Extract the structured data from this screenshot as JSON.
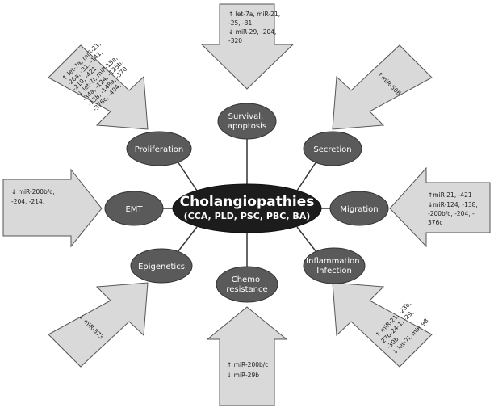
{
  "center": {
    "title": "Cholangiopathies",
    "subtitle": "(CCA, PLD, PSC, PBC, BA)"
  },
  "nodes": {
    "survival": [
      "Survival,",
      "apoptosis"
    ],
    "proliferation": [
      "Proliferation"
    ],
    "secretion": [
      "Secretion"
    ],
    "emt": [
      "EMT"
    ],
    "migration": [
      "Migration"
    ],
    "epigenetics": [
      "Epigenetics"
    ],
    "chemo": [
      "Chemo",
      "resistance"
    ],
    "inflammation": [
      "Inflammation",
      "Infection"
    ]
  },
  "arrows": {
    "survival": [
      "↑ let-7a,  miR-21,",
      "-25, -31",
      "↓ miR-29, -204,",
      "-320"
    ],
    "proliferation": [
      "↑ let-7a,  miR-21,",
      "-26a, -31, -141,",
      "-210, -421",
      "↓ let-7i, miR-15a,",
      "-34a, -124, -125b,",
      "-138, -148a, -370,",
      "-376c, -494,"
    ],
    "secretion": [
      "↑miR-506"
    ],
    "emt": [
      "↓  miR-200b/c,",
      "-204, -214,"
    ],
    "migration": [
      "↑miR-21, -421",
      "↓miR-124, -138,",
      "-200b/c, -204, -",
      "376c"
    ],
    "epigenetics": [
      "↓ miR-373"
    ],
    "chemo": [
      "↑  miR-200b/c",
      "↓  miR-29b"
    ],
    "inflammation": [
      "↑ miR-21, -23b,",
      "27b-24-1, -29,",
      "-30b",
      "↓ let-7i, miR-98"
    ]
  },
  "colors": {
    "arrow_fill": "#d9d9d9",
    "arrow_stroke": "#555555",
    "node_fill": "#5a5a5a",
    "center_fill": "#1c1c1c",
    "connector": "#333333"
  }
}
